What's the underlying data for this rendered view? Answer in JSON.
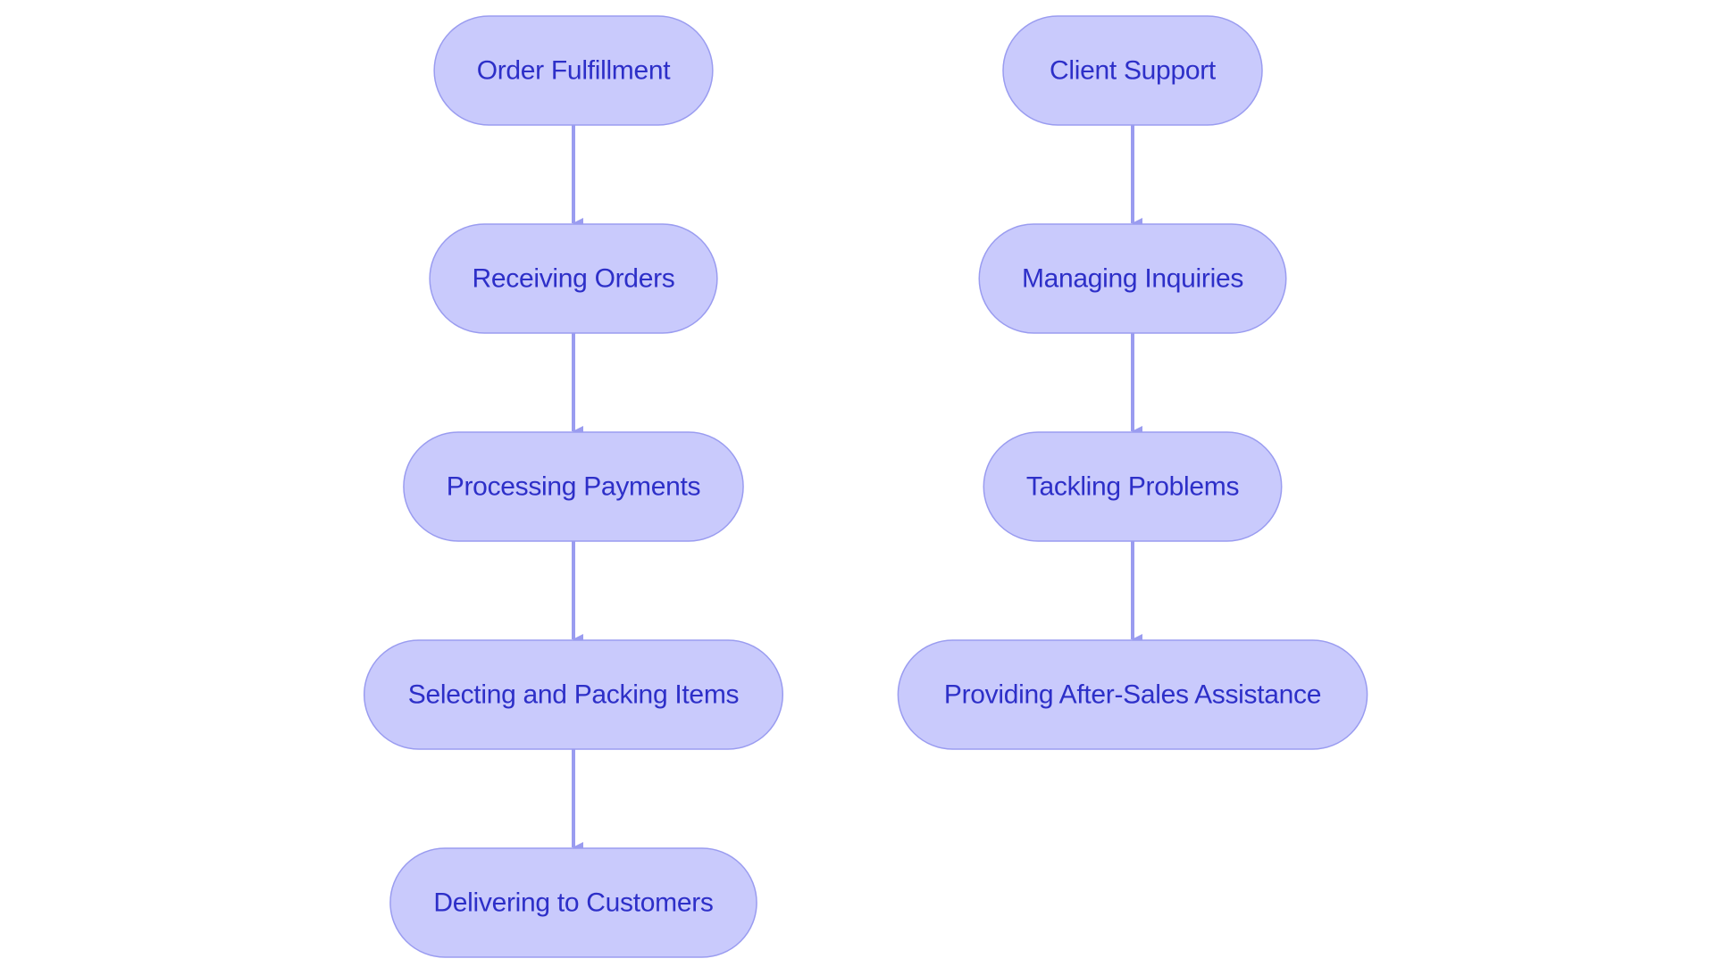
{
  "colors": {
    "node_fill": "#c9cafc",
    "node_stroke": "#9a9cf0",
    "node_text": "#2d2fc8",
    "edge": "#9a9cf0",
    "background": "#ffffff"
  },
  "flows": [
    {
      "id": "order-fulfillment",
      "nodes": [
        {
          "id": "order-fulfillment",
          "label": "Order Fulfillment"
        },
        {
          "id": "receiving-orders",
          "label": "Receiving Orders"
        },
        {
          "id": "processing-payments",
          "label": "Processing Payments"
        },
        {
          "id": "selecting-packing-items",
          "label": "Selecting and Packing Items"
        },
        {
          "id": "delivering-to-customers",
          "label": "Delivering to Customers"
        }
      ]
    },
    {
      "id": "client-support",
      "nodes": [
        {
          "id": "client-support",
          "label": "Client Support"
        },
        {
          "id": "managing-inquiries",
          "label": "Managing Inquiries"
        },
        {
          "id": "tackling-problems",
          "label": "Tackling Problems"
        },
        {
          "id": "after-sales-assistance",
          "label": "Providing After-Sales Assistance"
        }
      ]
    }
  ],
  "edges": [
    {
      "from": "order-fulfillment",
      "to": "receiving-orders"
    },
    {
      "from": "receiving-orders",
      "to": "processing-payments"
    },
    {
      "from": "processing-payments",
      "to": "selecting-packing-items"
    },
    {
      "from": "selecting-packing-items",
      "to": "delivering-to-customers"
    },
    {
      "from": "client-support",
      "to": "managing-inquiries"
    },
    {
      "from": "managing-inquiries",
      "to": "tackling-problems"
    },
    {
      "from": "tackling-problems",
      "to": "after-sales-assistance"
    }
  ]
}
